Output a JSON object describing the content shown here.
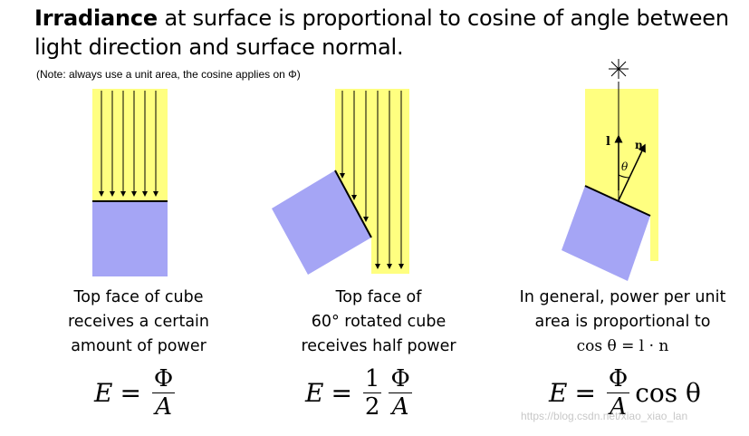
{
  "title": {
    "bold": "Irradiance",
    "rest": "at surface is proportional to cosine of angle between light direction and surface normal."
  },
  "note": "(Note: always use a unit area, the cosine applies on Φ)",
  "panels": [
    {
      "caption": [
        "Top face of cube",
        "receives a certain",
        "amount of power"
      ],
      "formula": {
        "lhs": "E",
        "eq": "=",
        "num": "Φ",
        "den": "A"
      }
    },
    {
      "caption": [
        "Top face of",
        "60° rotated cube",
        "receives half power"
      ],
      "formula": {
        "lhs": "E",
        "eq": "=",
        "num1": "1",
        "den1": "2",
        "num": "Φ",
        "den": "A"
      }
    },
    {
      "caption": [
        "In general, power per unit",
        "area is proportional to",
        "cos θ = l · n"
      ],
      "formula": {
        "lhs": "E",
        "eq": "=",
        "num": "Φ",
        "den": "A",
        "tail": "cos θ"
      }
    }
  ],
  "labels": {
    "light": "l",
    "normal": "n",
    "angle": "θ"
  },
  "watermark": "https://blog.csdn.net/xiao_xiao_lan",
  "colors": {
    "light_band": "#ffff80",
    "cube": "#a5a5f5",
    "edge": "#000000"
  }
}
